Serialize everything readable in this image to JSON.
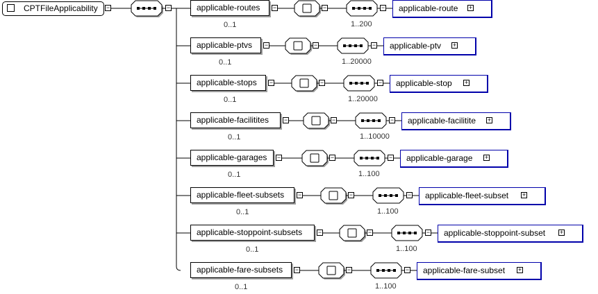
{
  "root": {
    "label": "CPTFileApplicability"
  },
  "branches": [
    {
      "label": "applicable-routes",
      "occurrence": "0..1",
      "ref": "applicable-route",
      "ref_occurrence": "1..200"
    },
    {
      "label": "applicable-ptvs",
      "occurrence": "0..1",
      "ref": "applicable-ptv",
      "ref_occurrence": "1..20000"
    },
    {
      "label": "applicable-stops",
      "occurrence": "0..1",
      "ref": "applicable-stop",
      "ref_occurrence": "1..20000"
    },
    {
      "label": "applicable-facilitites",
      "occurrence": "0..1",
      "ref": "applicable-facilitite",
      "ref_occurrence": "1..10000"
    },
    {
      "label": "applicable-garages",
      "occurrence": "0..1",
      "ref": "applicable-garage",
      "ref_occurrence": "1..100"
    },
    {
      "label": "applicable-fleet-subsets",
      "occurrence": "0..1",
      "ref": "applicable-fleet-subset",
      "ref_occurrence": "1..100"
    },
    {
      "label": "applicable-stoppoint-subsets",
      "occurrence": "0..1",
      "ref": "applicable-stoppoint-subset",
      "ref_occurrence": "1..100"
    },
    {
      "label": "applicable-fare-subsets",
      "occurrence": "0..1",
      "ref": "applicable-fare-subset",
      "ref_occurrence": "1..100"
    }
  ],
  "symbols": {
    "collapse": "−",
    "expand": "+"
  }
}
